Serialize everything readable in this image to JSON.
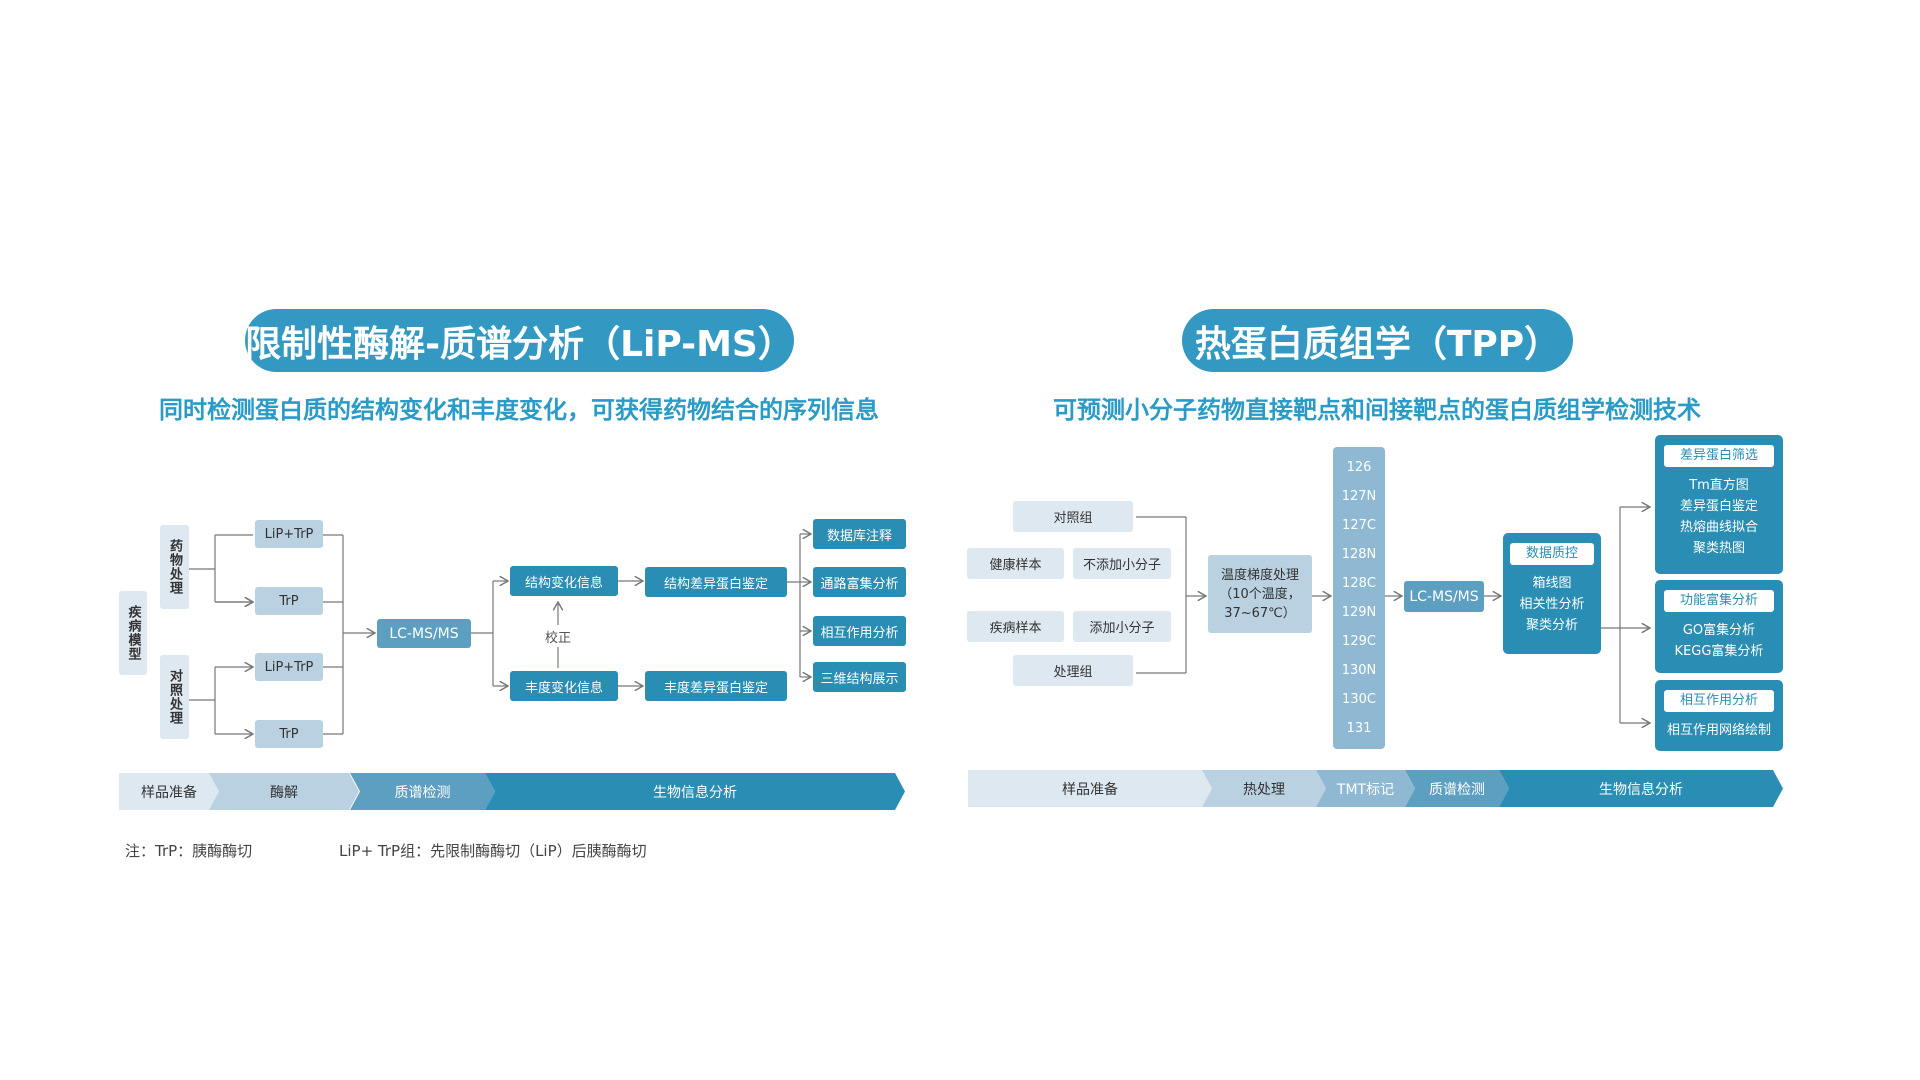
{
  "lip": {
    "title": "限制性酶解-质谱分析（LiP-MS）",
    "subtitle": "同时检测蛋白质的结构变化和丰度变化，可获得药物结合的序列信息",
    "disease_model": "疾病模型",
    "drug_treatment": "药物处理",
    "control_treatment": "对照处理",
    "lip_trp": "LiP+TrP",
    "trp": "TrP",
    "lcms": "LC-MS/MS",
    "structure_change": "结构变化信息",
    "abundance_change": "丰度变化信息",
    "correction": "校正",
    "structure_diff": "结构差异蛋白鉴定",
    "abundance_diff": "丰度差异蛋白鉴定",
    "outputs": [
      "数据库注释",
      "通路富集分析",
      "相互作用分析",
      "三维结构展示"
    ],
    "stages": [
      "样品准备",
      "酶解",
      "质谱检测",
      "生物信息分析"
    ],
    "note1": "注：TrP：胰酶酶切",
    "note2": "LiP+ TrP组：先限制酶酶切（LiP）后胰酶酶切"
  },
  "tpp": {
    "title": "热蛋白质组学（TPP）",
    "subtitle": "可预测小分子药物直接靶点和间接靶点的蛋白质组学检测技术",
    "control_group": "对照组",
    "healthy_sample": "健康样本",
    "no_small_molecule": "不添加小分子",
    "disease_sample": "疾病样本",
    "add_small_molecule": "添加小分子",
    "treatment_group": "处理组",
    "temp_line1": "温度梯度处理",
    "temp_line2": "（10个温度，",
    "temp_line3": "37~67℃）",
    "tmt_channels": [
      "126",
      "127N",
      "127C",
      "128N",
      "128C",
      "129N",
      "129C",
      "130N",
      "130C",
      "131"
    ],
    "lcms": "LC-MS/MS",
    "qc": {
      "tag": "数据质控",
      "items": [
        "箱线图",
        "相关性分析",
        "聚类分析"
      ]
    },
    "results": [
      {
        "tag": "差异蛋白筛选",
        "items": [
          "Tm直方图",
          "差异蛋白鉴定",
          "热熔曲线拟合",
          "聚类热图"
        ]
      },
      {
        "tag": "功能富集分析",
        "items": [
          "GO富集分析",
          "KEGG富集分析"
        ]
      },
      {
        "tag": "相互作用分析",
        "items": [
          "相互作用网络绘制"
        ]
      }
    ],
    "stages": [
      "样品准备",
      "热处理",
      "TMT标记",
      "质谱检测",
      "生物信息分析"
    ]
  }
}
